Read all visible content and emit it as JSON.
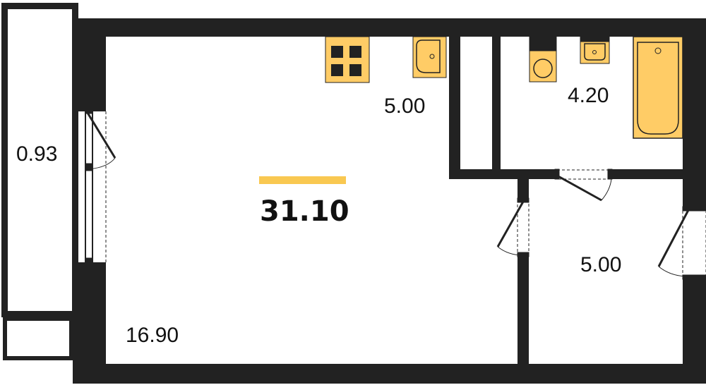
{
  "plan": {
    "total_area": "31.10",
    "rooms": {
      "balcony": "0.93",
      "kitchen": "5.00",
      "bathroom": "4.20",
      "hallway": "5.00",
      "living_room": "16.90"
    }
  },
  "colors": {
    "wall": "#222222",
    "fixture_fill": "#FFCC66",
    "accent": "#F9C851",
    "background": "#FFFFFF"
  }
}
